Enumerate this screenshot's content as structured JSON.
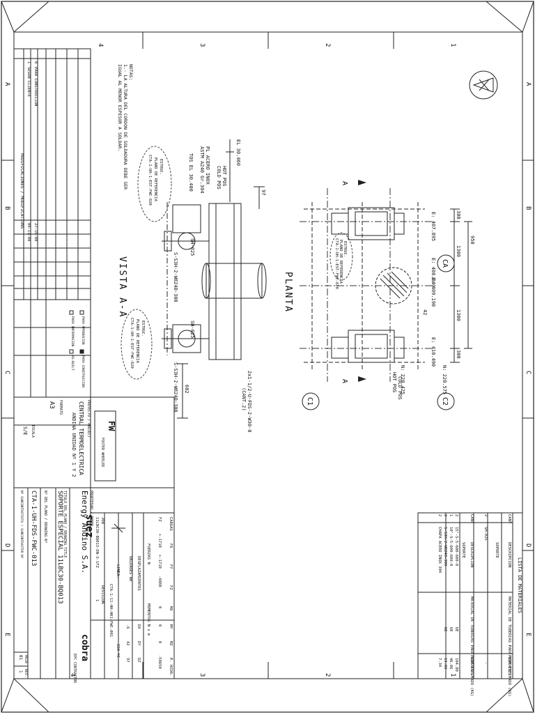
{
  "drawing": {
    "zone_numbers": [
      "4",
      "3",
      "2",
      "1"
    ],
    "zone_letters": [
      "A",
      "B",
      "C",
      "D",
      "E"
    ],
    "views": {
      "plan_title": "PLANTA",
      "section_title": "VISTA A-A",
      "section_marker": "A",
      "plan_dims": {
        "total": "950",
        "upper_half": "1300",
        "lower_half": "1300",
        "end_a": "300",
        "end_b": "300",
        "offset": "42"
      },
      "coordinates": {
        "e1": "E: 407.895",
        "e2": "E: 408.840",
        "e3": "E: 409.190",
        "e4": "E: 410.490",
        "n1": "N: 220.425",
        "n2": "N: 220.575"
      },
      "balloons": [
        "CA",
        "C1",
        "C2"
      ],
      "plan_labels": [
        "HOT POS",
        "COLD POS",
        "HOT POS",
        "COLD POS"
      ],
      "section_dims": [
        "97",
        "602"
      ],
      "section_tags": {
        "top": "EL 30.460",
        "pos1": "HOT POS",
        "pos2": "COLD POS",
        "plate": "PL ACERO INOX",
        "plate_spec": "ASTM A240 Gr.304",
        "el2": "TOS EL 30.400",
        "sh1": "SH-025",
        "sh2": "SH-025",
        "s1": "S-S3H-2-W8240-300",
        "s2": "S-S3H-2-W8240-300",
        "bolt": "2x1-1/2-U-FDS-2-W30-0",
        "bolt_b": "(CANT.2)"
      },
      "clouds": [
        "ESTRUC.",
        "PLANO DE REFERENCIA",
        "CTA-1-UH-1-EST-FWC-820"
      ]
    },
    "notes": {
      "heading": "NOTAS:",
      "line1": "1.- LA ALTURA DEL CORDON DE SOLDADURA DEBE SER",
      "line2": "IGUAL AL MENOR ESPESOR A SOLDAR."
    }
  },
  "bom": {
    "title": "LISTA DE MATERIALES",
    "header1": [
      "CANT",
      "DESCRIPCION",
      "MATERIAL DE TUBERIAS PARA SOPORTES",
      "PESO ESTIMADO (KG)"
    ],
    "section1": "SOPORTE",
    "rows1": [
      {
        "qty": "2",
        "desc": "SH-025",
        "weight": "-"
      }
    ],
    "header2": [
      "CANT",
      "DESCRIPCION",
      "MATERIAL DE TUBERIAS PARA SOPORTES",
      "PESO ESTIMADO (KG)"
    ],
    "section2": "SOPORTE",
    "rows2": [
      {
        "qty": "2",
        "desc": "15\"-S-5-600-600-0",
        "code": "UE",
        "weight": "104.80"
      },
      {
        "qty": "1",
        "desc": "10\"-S-5-600-600-0",
        "code": "UE",
        "weight": "46.06"
      },
      {
        "qty": "2",
        "desc": "S-S3H-2-W8240-300",
        "code": "UE",
        "weight": "13.06"
      },
      {
        "qty": "2",
        "desc": "CHAPA ACERO INOX 304",
        "code": "",
        "weight": "7.34"
      }
    ]
  },
  "loads": {
    "header": [
      "CARGAS",
      "FX",
      "FY",
      "FZ",
      "MX",
      "MY",
      "MZ",
      "P. HIDR."
    ],
    "row_label": "FZ",
    "row": [
      "+-1710",
      "+-1710",
      "-4888",
      "0",
      "0",
      "0",
      "-58650"
    ],
    "units_left": "FUERZAS N",
    "units_right": "MOMENTOS N x m",
    "disp_title": "DESPLAZAMIENTOS",
    "disp_units": "UNIDADES mm",
    "disp_header": [
      "DX",
      "DY",
      "DZ"
    ],
    "disp_row": [
      "-6",
      "42",
      "97"
    ],
    "line_label": "LINEA:",
    "line_value": "CTA-1-11-HH-H01-FWC-001",
    "temp": "150 ºC",
    "job_label": "JOB",
    "job_value": "11LBC30-BQ013-DN-3-1FZ",
    "rev_label": "REVISION",
    "rev_value": "1"
  },
  "titleblock": {
    "owner_label": "PROPIEDAD / OWNER",
    "owner": "Energy Andino S.A.",
    "owner_logo": "suez",
    "contractor_label": "EPC CONTRACTOR",
    "contractor_logo": "cobra",
    "project_label": "PROYECTO / PROJECT",
    "project_1": "CENTRAL TERMOELECTRICA",
    "project_2": "ANDINA UNIDAD Nº 1 Y 2",
    "title_label": "TITULO DEL PLANO / DRAWING TITLE",
    "title": "SOPORTE ESPECIAL 11LBC30-BQ013",
    "drawing_no_label": "Nº DEL PLANO / DRAWING Nº",
    "drawing_no": "CTA-1-UH-FDS-FWC-013",
    "sub_label": "Nº SUBCONTRATISTA / SUBCONTRACTOR Nº",
    "fw_logo": "FW",
    "fw_text": "FOSTER WHEELER",
    "format_label": "FORMATO",
    "format": "A3",
    "scale_label": "ESCALA",
    "scale": "S/E",
    "rev_label": "REV.",
    "rev": "1",
    "sheet_label": "HOJA",
    "sheet": "01"
  },
  "revisions": {
    "title": "MODIFICACIONES / MODIFICATIONS",
    "rows": [
      {
        "rev": "0",
        "desc": "PARA CONSTRUCCION",
        "date": "27-10-08"
      },
      {
        "rev": "1",
        "desc": "SEGUN CLIENTE",
        "date": "04-11-08"
      }
    ],
    "checkbox_labels": [
      "PARA APROBACION",
      "PARA INFORMACION",
      "PARA CONSTRUCCION",
      "AS-BUILT"
    ]
  }
}
